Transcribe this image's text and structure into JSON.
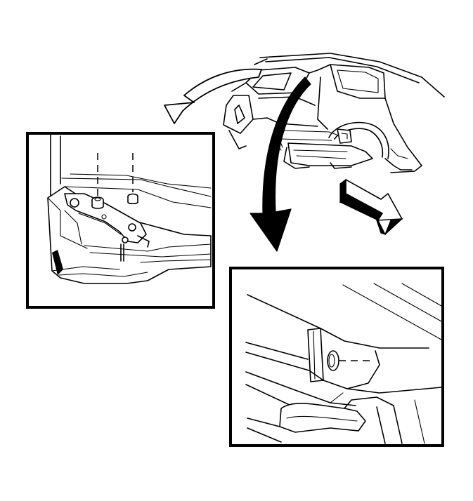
{
  "figure": {
    "colors": {
      "line": "#000000",
      "background": "#ffffff"
    },
    "parts": [
      {
        "id": "vehicle",
        "icon": "vehicle-rear-overview-drawing"
      },
      {
        "id": "detail-left",
        "icon": "hinge-bolts-detail-drawing"
      },
      {
        "id": "detail-right",
        "icon": "fastener-hole-detail-drawing"
      },
      {
        "id": "arrow-left",
        "icon": "curved-callout-arrow"
      },
      {
        "id": "arrow-down",
        "icon": "curved-callout-arrow"
      },
      {
        "id": "front-arrow",
        "icon": "direction-arrow"
      }
    ]
  }
}
